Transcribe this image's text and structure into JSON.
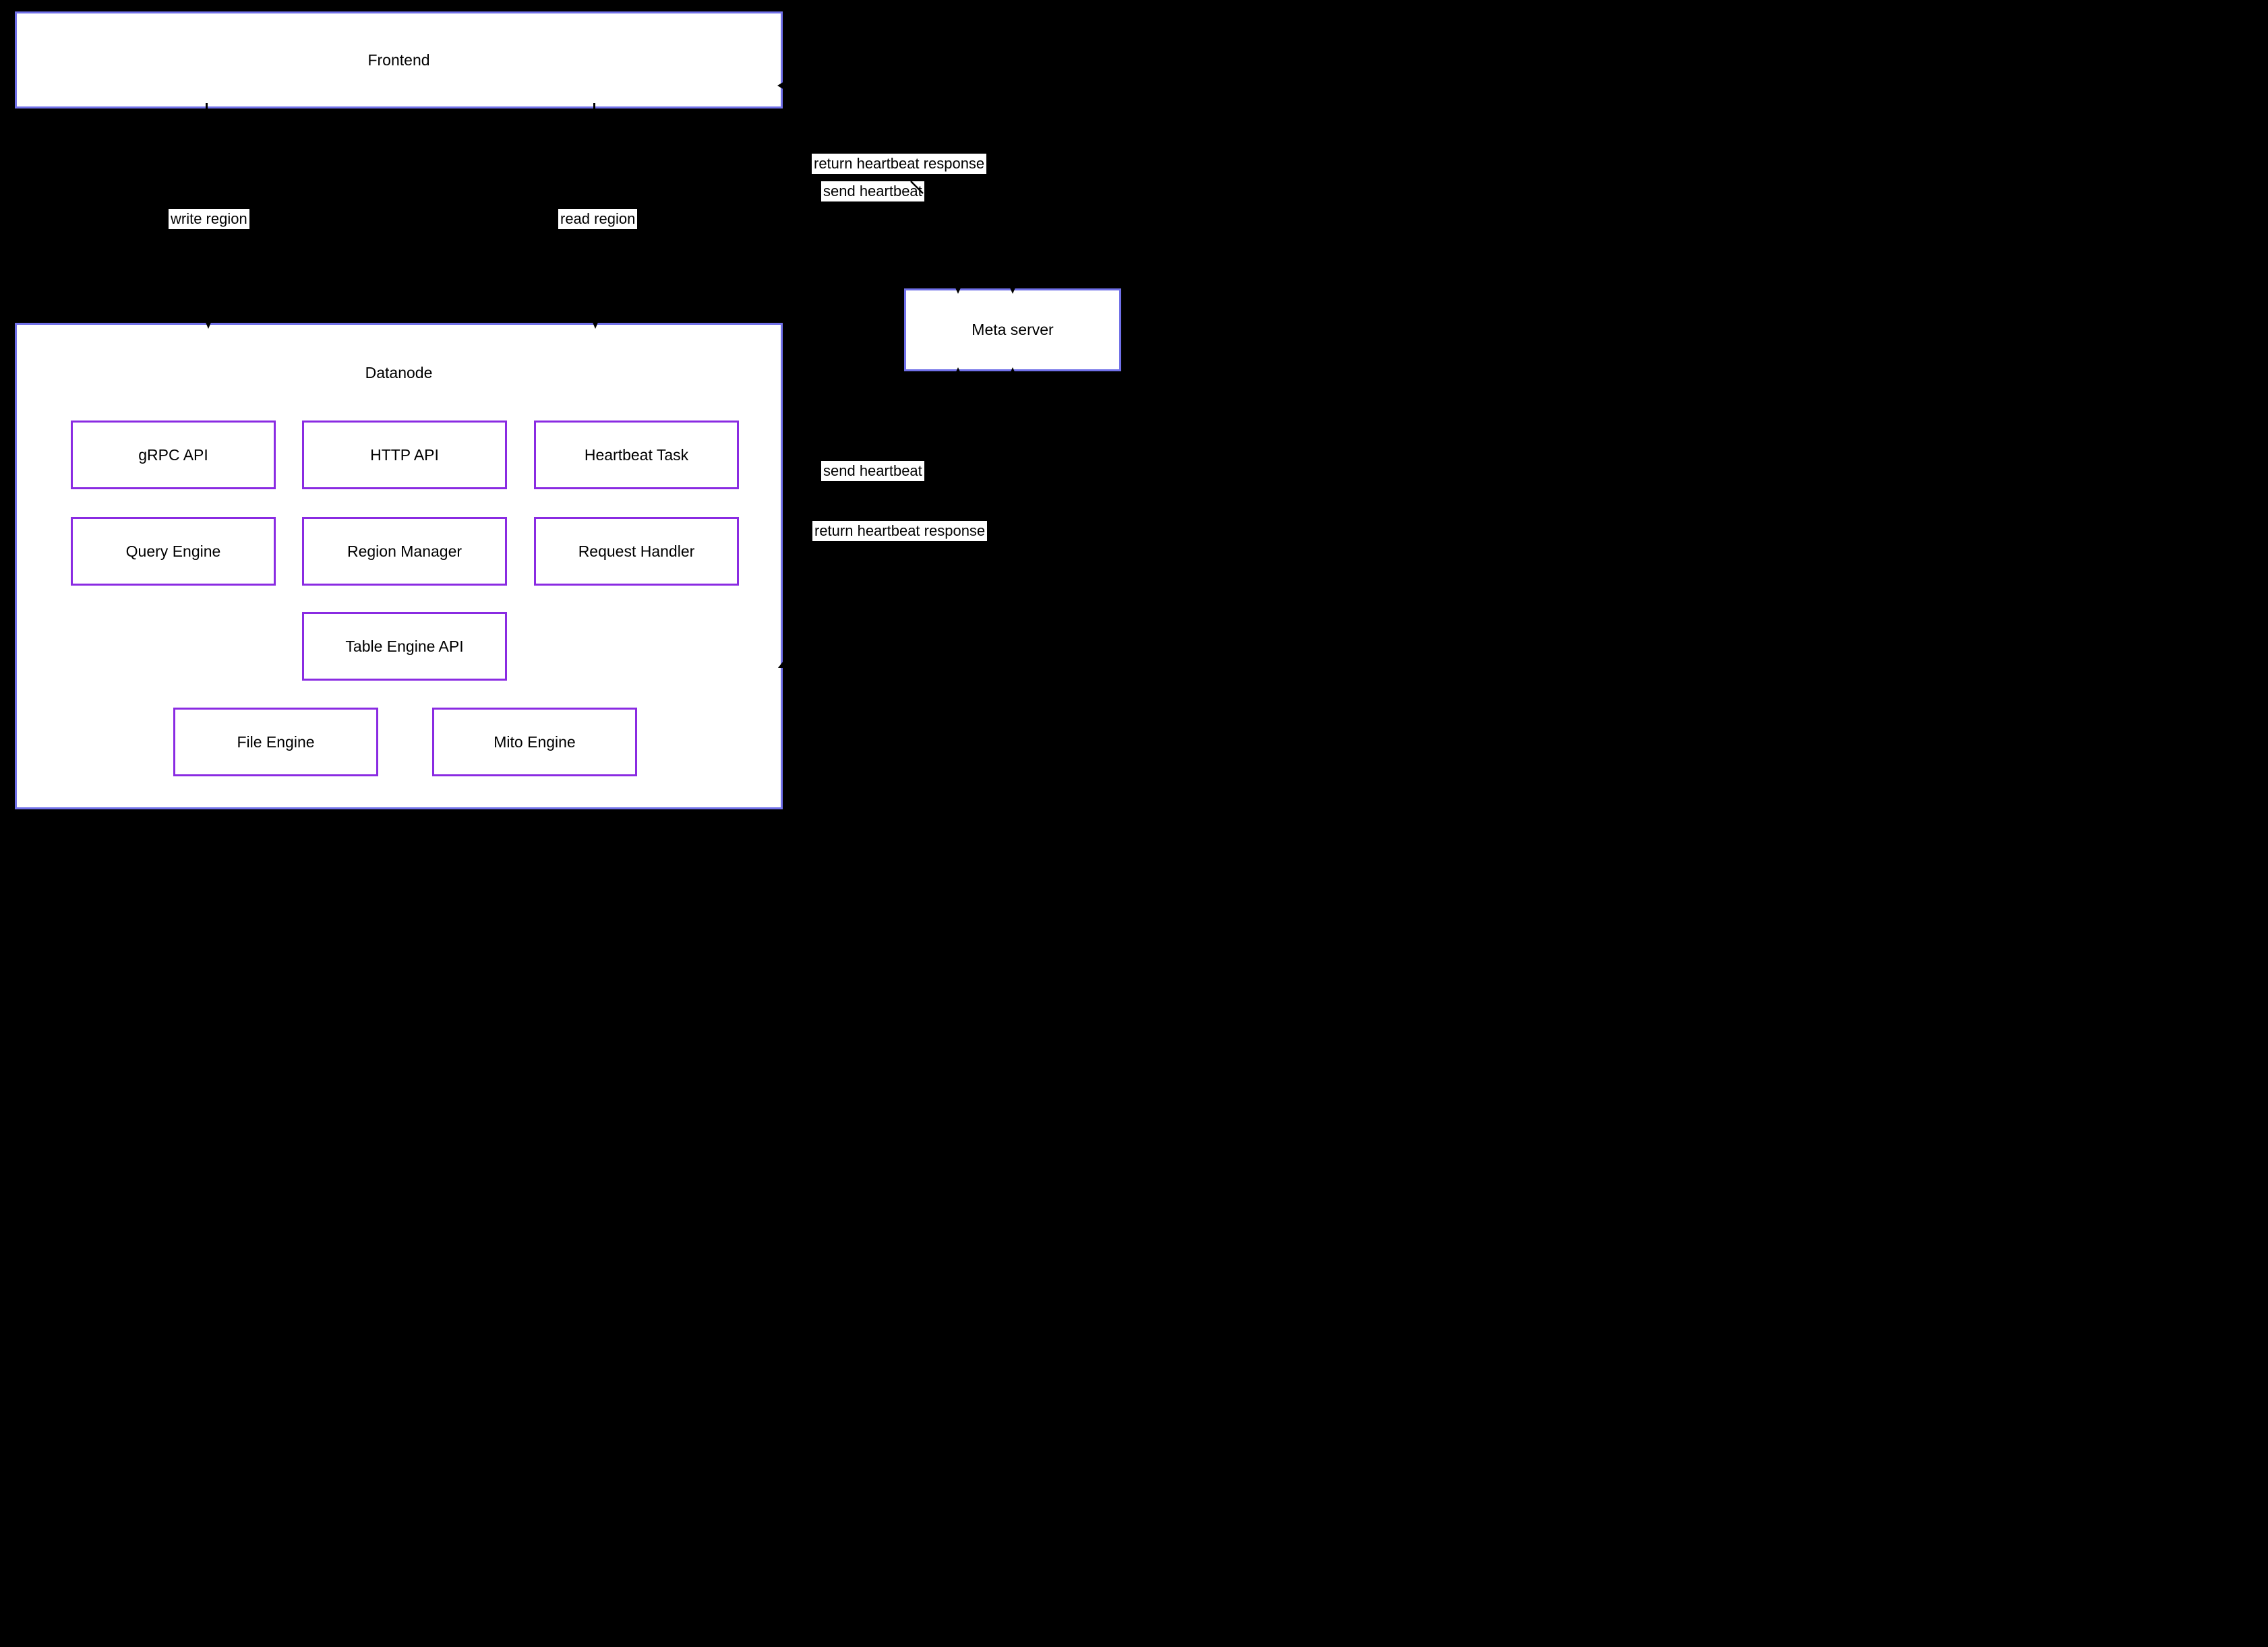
{
  "diagram": {
    "type": "architecture-diagram",
    "background_color": "#000000",
    "colors": {
      "outer_box_border": "#7070e8",
      "inner_box_border": "#8a2be2",
      "box_fill": "#ffffff",
      "text": "#000000",
      "edge_label_bg": "#ffffff",
      "arrow": "#000000"
    },
    "nodes": {
      "frontend": {
        "label": "Frontend"
      },
      "datanode": {
        "label": "Datanode"
      },
      "meta_server": {
        "label": "Meta server"
      },
      "datanode_components": [
        {
          "id": "grpc-api",
          "label": "gRPC API"
        },
        {
          "id": "http-api",
          "label": "HTTP API"
        },
        {
          "id": "heartbeat-task",
          "label": "Heartbeat Task"
        },
        {
          "id": "query-engine",
          "label": "Query Engine"
        },
        {
          "id": "region-manager",
          "label": "Region Manager"
        },
        {
          "id": "request-handler",
          "label": "Request Handler"
        },
        {
          "id": "table-engine-api",
          "label": "Table Engine API"
        },
        {
          "id": "file-engine",
          "label": "File Engine"
        },
        {
          "id": "mito-engine",
          "label": "Mito Engine"
        }
      ]
    },
    "edge_labels": {
      "frontend_to_datanode_write": "write region",
      "frontend_to_datanode_read": "read region",
      "meta_to_frontend_return": "return heartbeat response",
      "frontend_to_meta_send": "send heartbeat",
      "datanode_to_meta_send": "send heartbeat",
      "meta_to_datanode_return": "return heartbeat response"
    }
  }
}
